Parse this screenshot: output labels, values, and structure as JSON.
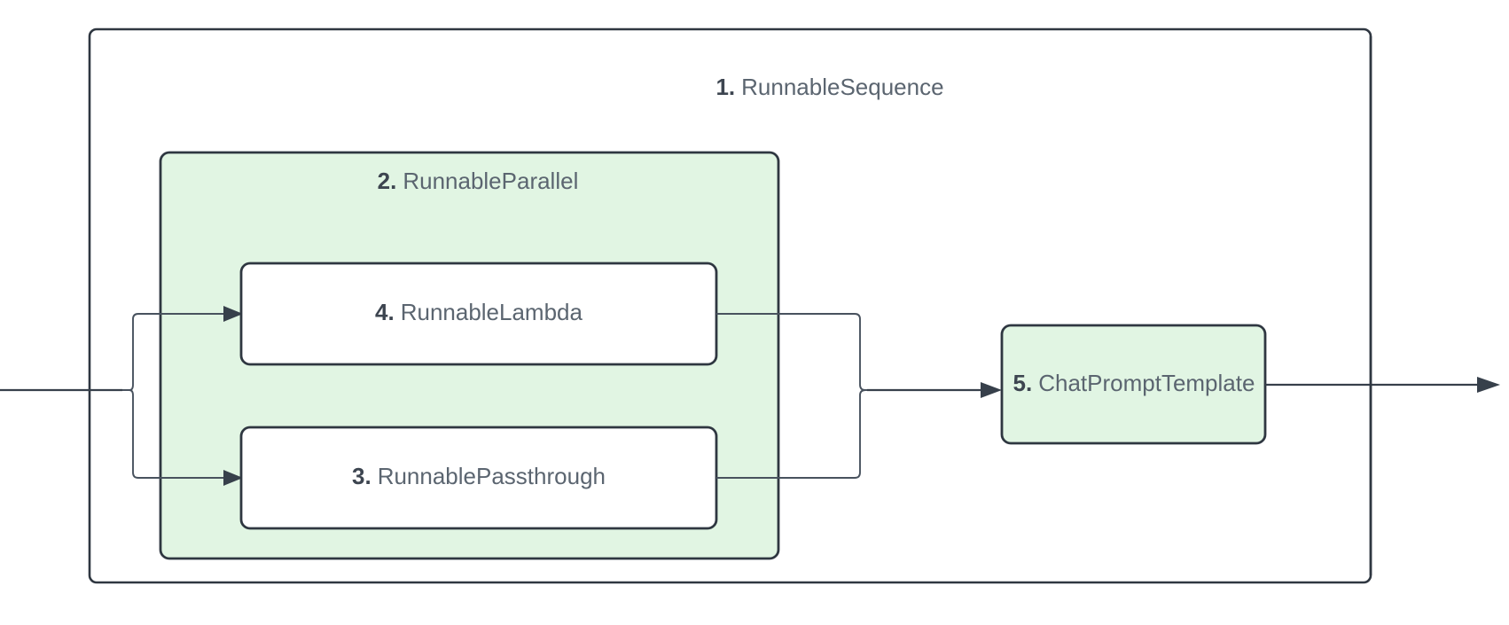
{
  "diagram": {
    "type": "langchain-runnable-graph",
    "title_node": "1. RunnableSequence",
    "background_color": "#ffffff",
    "accent_green": "#e1f5e3",
    "stroke_color": "#2f3741",
    "text_color": "#5b6570",
    "nodes": [
      {
        "id": "runnable-sequence",
        "index": "1.",
        "name": "RunnableSequence",
        "label": "1. RunnableSequence",
        "kind": "outer-container",
        "fill": "#ffffff"
      },
      {
        "id": "runnable-parallel",
        "index": "2.",
        "name": "RunnableParallel",
        "label": "2. RunnableParallel",
        "kind": "group-container",
        "fill": "#e1f5e3"
      },
      {
        "id": "runnable-lambda",
        "index": "4.",
        "name": "RunnableLambda",
        "label": "4. RunnableLambda",
        "kind": "leaf",
        "fill": "#ffffff"
      },
      {
        "id": "runnable-passthrough",
        "index": "3.",
        "name": "RunnablePassthrough",
        "label": "3. RunnablePassthrough",
        "kind": "leaf",
        "fill": "#ffffff"
      },
      {
        "id": "chat-prompt-template",
        "index": "5.",
        "name": "ChatPromptTemplate",
        "label": "5. ChatPromptTemplate",
        "kind": "leaf",
        "fill": "#e1f5e3"
      }
    ],
    "edges": [
      {
        "from": "input",
        "to": "runnable-lambda",
        "arrow": true
      },
      {
        "from": "input",
        "to": "runnable-passthrough",
        "arrow": true
      },
      {
        "from": "runnable-lambda",
        "to": "chat-prompt-template",
        "arrow": true
      },
      {
        "from": "runnable-passthrough",
        "to": "chat-prompt-template",
        "arrow": true
      },
      {
        "from": "chat-prompt-template",
        "to": "output",
        "arrow": true
      }
    ]
  }
}
